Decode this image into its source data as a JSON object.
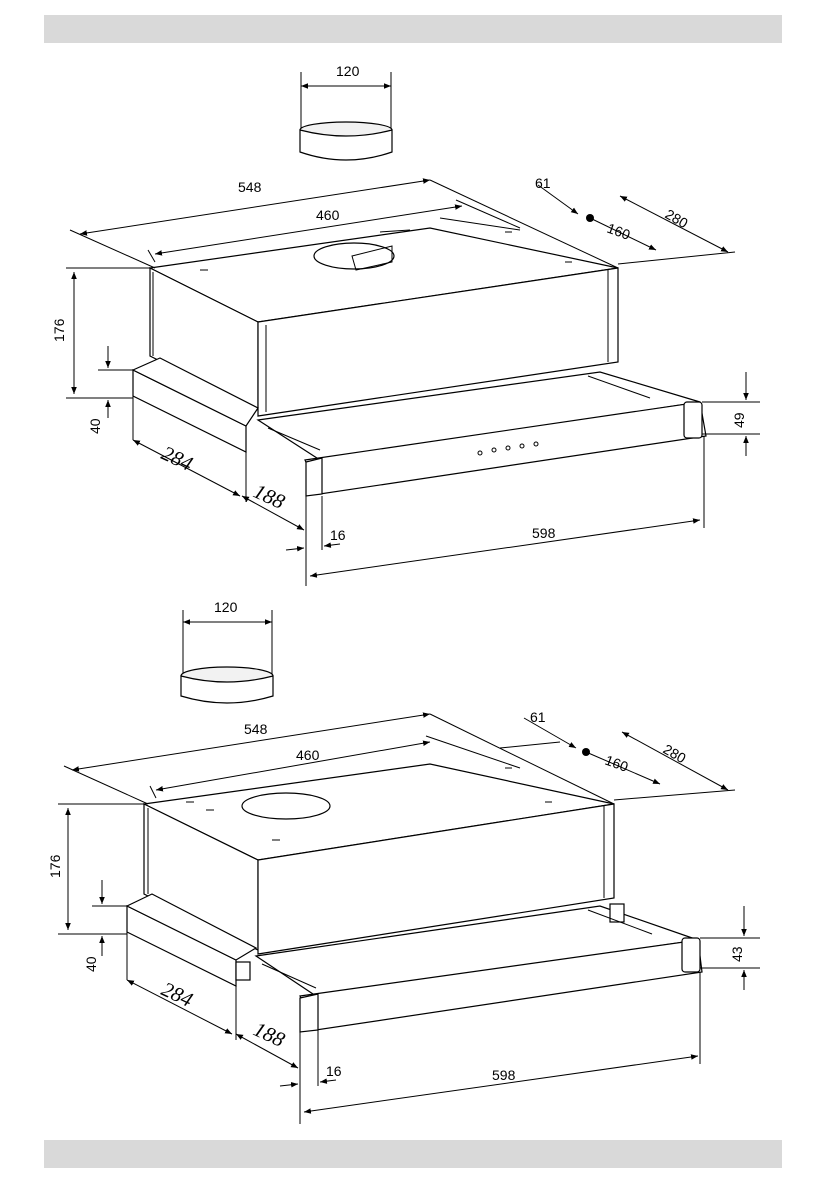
{
  "diagrams": [
    {
      "id": "top",
      "dimensions": {
        "duct_diameter": "120",
        "width_total": "548",
        "width_inner": "460",
        "offset_61": "61",
        "offset_160": "160",
        "depth": "280",
        "height_body": "176",
        "height_front": "40",
        "depth_slide": "284",
        "slide_extension": "188",
        "front_offset": "16",
        "front_width": "598",
        "front_height": "49"
      }
    },
    {
      "id": "bottom",
      "dimensions": {
        "duct_diameter": "120",
        "width_total": "548",
        "width_inner": "460",
        "offset_61": "61",
        "offset_160": "160",
        "depth": "280",
        "height_body": "176",
        "height_front": "40",
        "depth_slide": "284",
        "slide_extension": "188",
        "front_offset": "16",
        "front_width": "598",
        "front_height": "43"
      }
    }
  ]
}
